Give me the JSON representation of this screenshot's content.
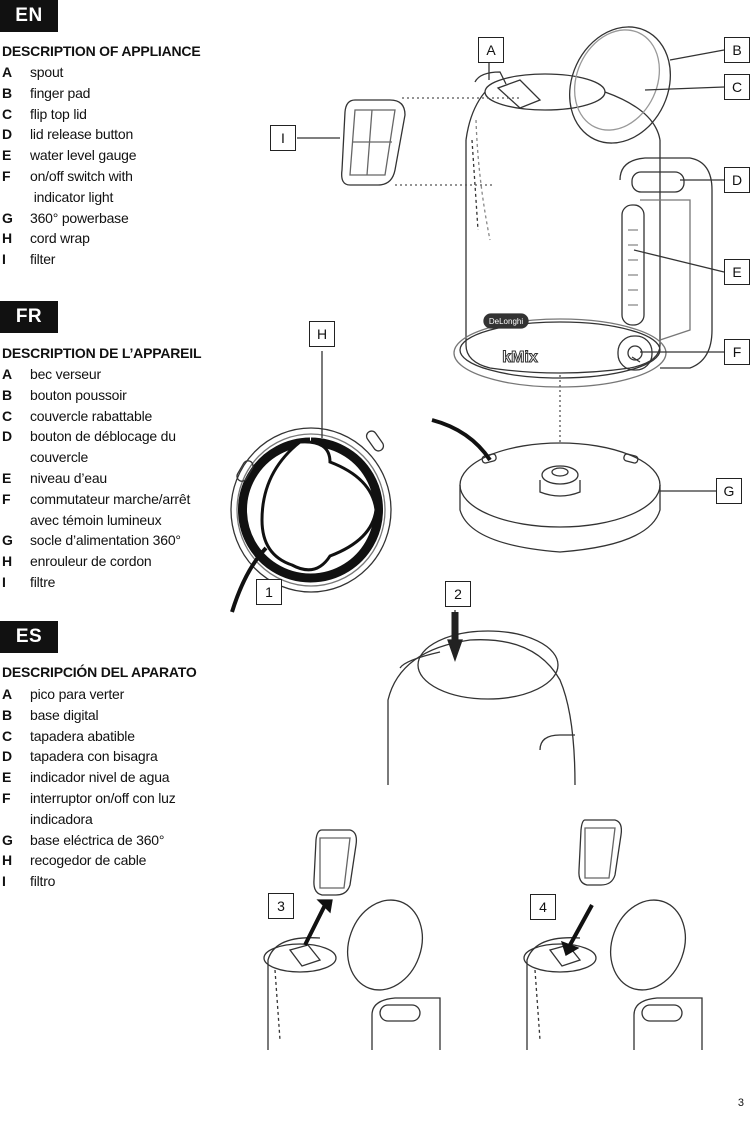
{
  "sections": [
    {
      "badge": "EN",
      "title": "DESCRIPTION OF APPLIANCE",
      "items": [
        {
          "letter": "A",
          "text": "spout"
        },
        {
          "letter": "B",
          "text": "finger pad"
        },
        {
          "letter": "C",
          "text": "flip top lid"
        },
        {
          "letter": "D",
          "text": "lid release button"
        },
        {
          "letter": "E",
          "text": "water level gauge"
        },
        {
          "letter": "F",
          "text": "on/off switch with\n indicator light"
        },
        {
          "letter": "G",
          "text": "360° powerbase"
        },
        {
          "letter": "H",
          "text": "cord wrap"
        },
        {
          "letter": "I",
          "text": "filter"
        }
      ]
    },
    {
      "badge": "FR",
      "title": "DESCRIPTION DE L’APPAREIL",
      "items": [
        {
          "letter": "A",
          "text": "bec verseur"
        },
        {
          "letter": "B",
          "text": "bouton poussoir"
        },
        {
          "letter": "C",
          "text": "couvercle rabattable"
        },
        {
          "letter": "D",
          "text": "bouton de déblocage du couvercle"
        },
        {
          "letter": "E",
          "text": "niveau d’eau"
        },
        {
          "letter": "F",
          "text": "commutateur marche/arrêt avec témoin lumineux"
        },
        {
          "letter": "G",
          "text": "socle d’alimentation 360°"
        },
        {
          "letter": "H",
          "text": "enrouleur de cordon"
        },
        {
          "letter": "I",
          "text": "filtre"
        }
      ]
    },
    {
      "badge": "ES",
      "title": "DESCRIPCIÓN DEL APARATO",
      "items": [
        {
          "letter": "A",
          "text": "pico para verter"
        },
        {
          "letter": "B",
          "text": "base digital"
        },
        {
          "letter": "C",
          "text": "tapadera abatible"
        },
        {
          "letter": "D",
          "text": "tapadera con bisagra"
        },
        {
          "letter": "E",
          "text": "indicador nivel de agua"
        },
        {
          "letter": "F",
          "text": "interruptor on/off con luz indicadora"
        },
        {
          "letter": "G",
          "text": "base eléctrica de 360°"
        },
        {
          "letter": "H",
          "text": "recogedor de cable"
        },
        {
          "letter": "I",
          "text": "filtro"
        }
      ]
    }
  ],
  "callouts": {
    "A": "A",
    "B": "B",
    "C": "C",
    "D": "D",
    "E": "E",
    "F": "F",
    "G": "G",
    "H": "H",
    "I": "I"
  },
  "steps": {
    "s1": "1",
    "s2": "2",
    "s3": "3",
    "s4": "4"
  },
  "brand": {
    "logo": "DeLonghi",
    "model": "kMix"
  },
  "page_number": "3"
}
